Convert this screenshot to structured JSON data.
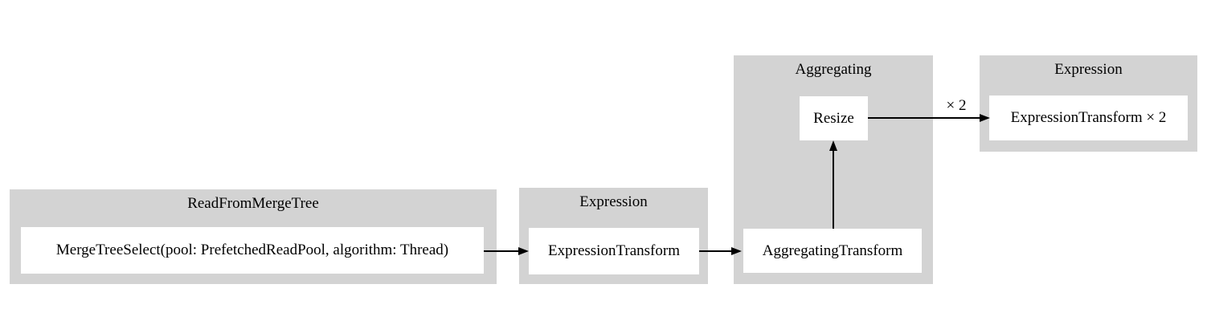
{
  "diagram": {
    "type": "pipeline-graph",
    "colors": {
      "background": "#ffffff",
      "cluster_fill": "#d3d3d3",
      "node_fill": "#ffffff",
      "text": "#000000",
      "edge": "#000000"
    },
    "clusters": [
      {
        "title": "ReadFromMergeTree",
        "nodes": [
          {
            "label": "MergeTreeSelect(pool: PrefetchedReadPool, algorithm: Thread)"
          }
        ]
      },
      {
        "title": "Expression",
        "nodes": [
          {
            "label": "ExpressionTransform"
          }
        ]
      },
      {
        "title": "Aggregating",
        "nodes": [
          {
            "label": "Resize"
          },
          {
            "label": "AggregatingTransform"
          }
        ]
      },
      {
        "title": "Expression",
        "nodes": [
          {
            "label": "ExpressionTransform × 2"
          }
        ]
      }
    ],
    "edges": [
      {
        "from": "MergeTreeSelect(pool: PrefetchedReadPool, algorithm: Thread)",
        "to": "ExpressionTransform",
        "label": ""
      },
      {
        "from": "ExpressionTransform",
        "to": "AggregatingTransform",
        "label": ""
      },
      {
        "from": "AggregatingTransform",
        "to": "Resize",
        "label": ""
      },
      {
        "from": "Resize",
        "to": "ExpressionTransform × 2",
        "label": "× 2"
      }
    ]
  }
}
